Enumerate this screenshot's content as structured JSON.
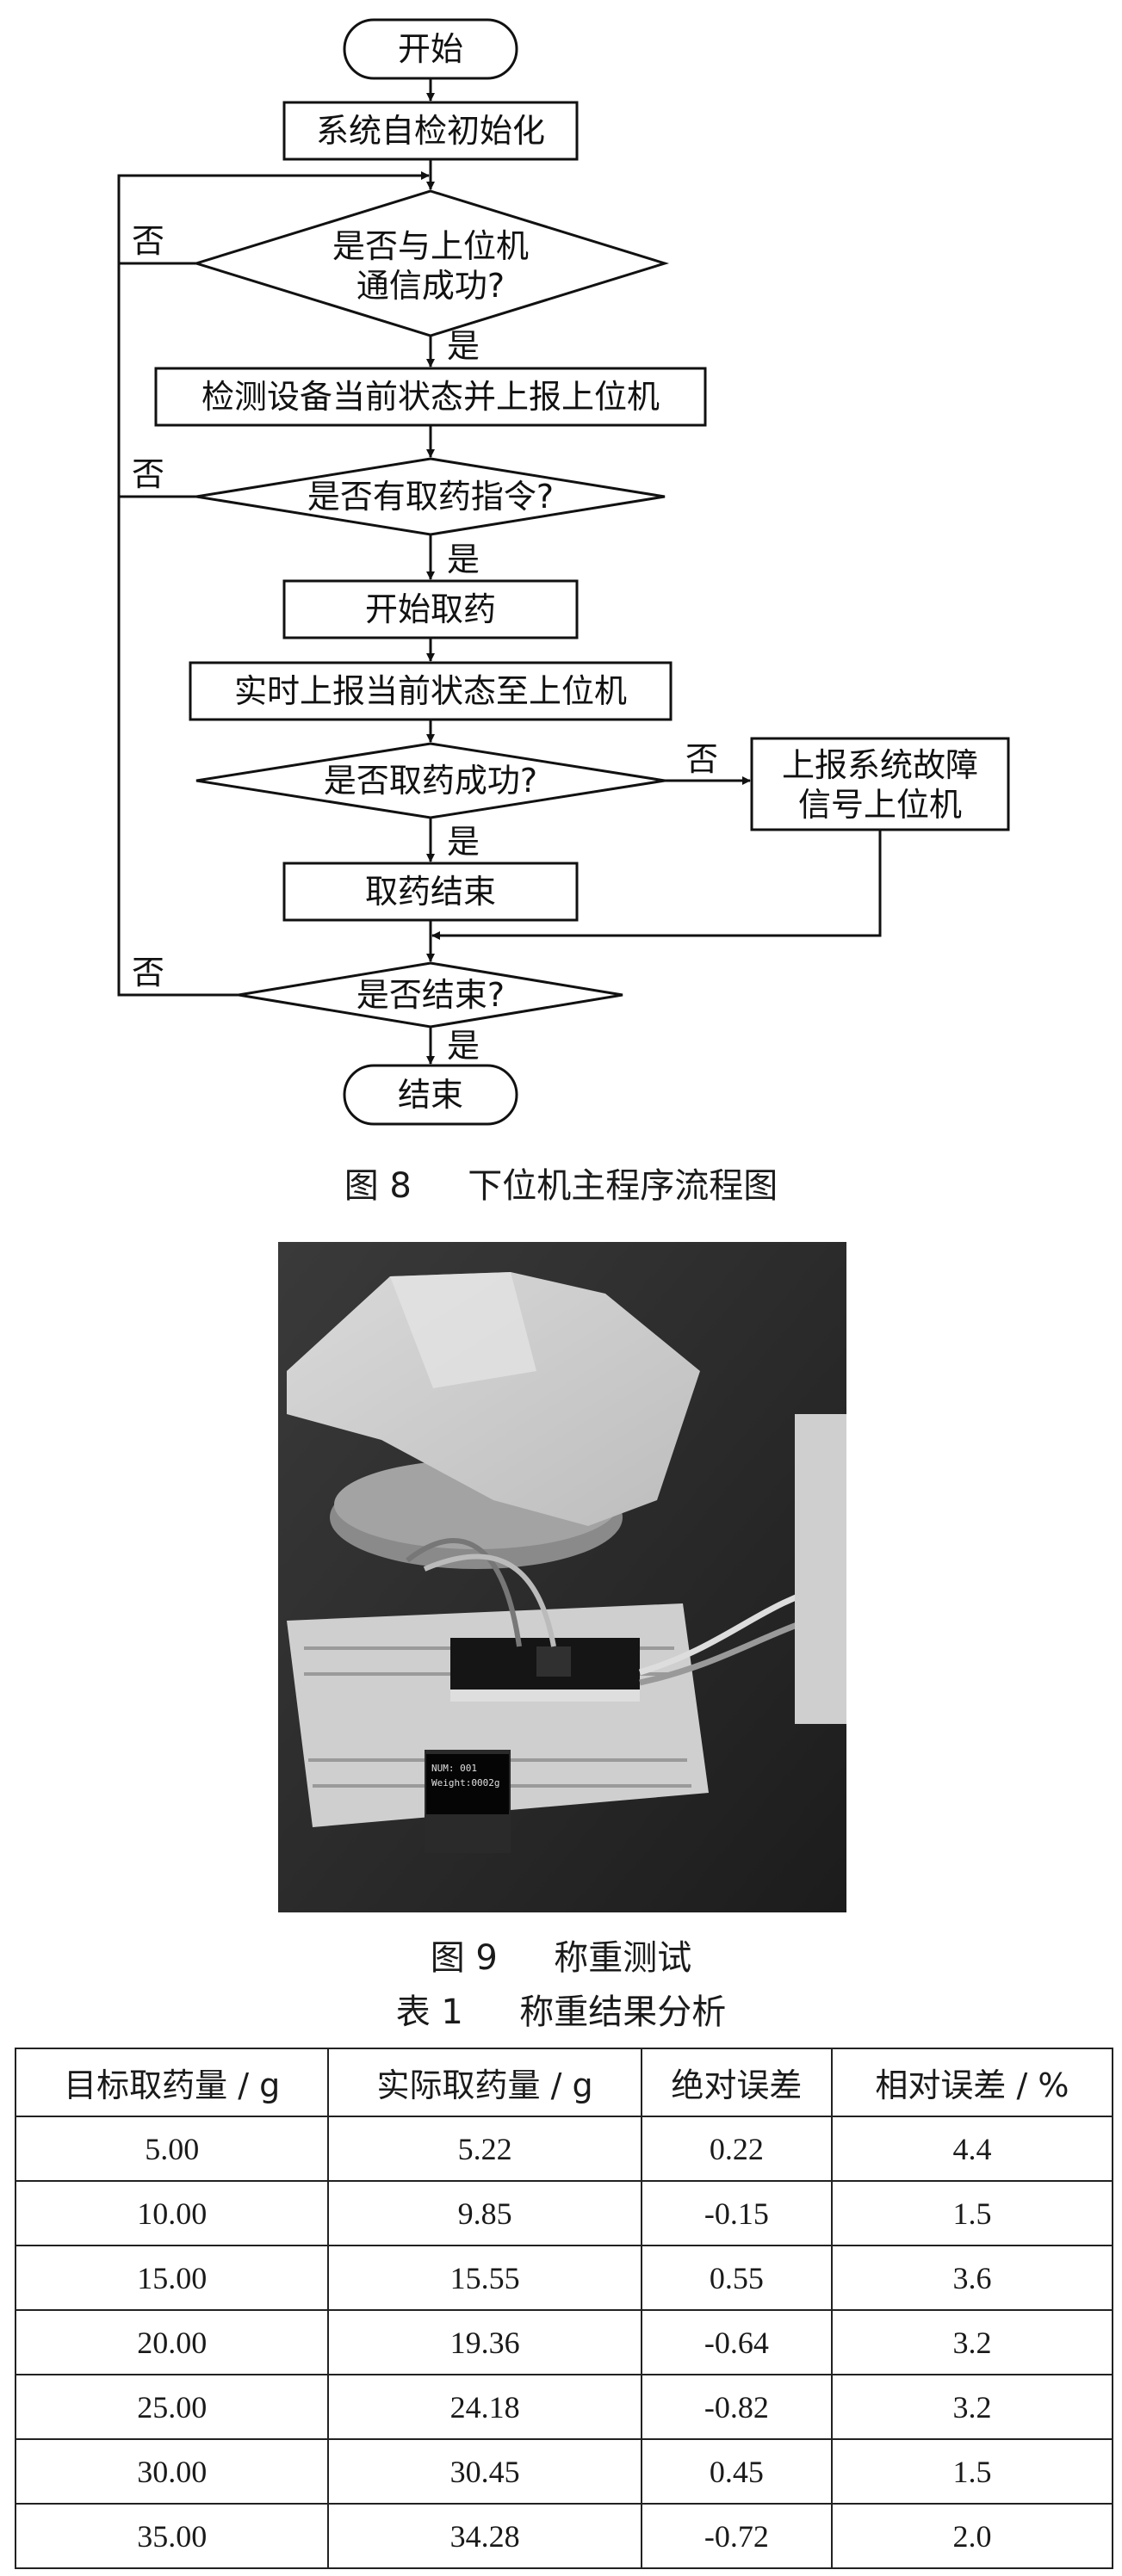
{
  "flowchart": {
    "start": "开始",
    "init": "系统自检初始化",
    "d1_line1": "是否与上位机",
    "d1_line2": "通信成功?",
    "detect": "检测设备当前状态并上报上位机",
    "d2": "是否有取药指令?",
    "begin_take": "开始取药",
    "realtime": "实时上报当前状态至上位机",
    "d3": "是否取药成功?",
    "fault_line1": "上报系统故障",
    "fault_line2": "信号上位机",
    "take_end": "取药结束",
    "d4": "是否结束?",
    "end": "结束",
    "yes": "是",
    "no": "否"
  },
  "fig8": {
    "num": "图 8",
    "title": "下位机主程序流程图"
  },
  "photo": {
    "oled_line1": "NUM: 001",
    "oled_line2": "Weight:0002g"
  },
  "fig9": {
    "num": "图 9",
    "title": "称重测试"
  },
  "table1": {
    "num": "表 1",
    "title": "称重结果分析",
    "headers": [
      "目标取药量 / g",
      "实际取药量 / g",
      "绝对误差",
      "相对误差 / %"
    ],
    "rows": [
      [
        "5.00",
        "5.22",
        "0.22",
        "4.4"
      ],
      [
        "10.00",
        "9.85",
        "-0.15",
        "1.5"
      ],
      [
        "15.00",
        "15.55",
        "0.55",
        "3.6"
      ],
      [
        "20.00",
        "19.36",
        "-0.64",
        "3.2"
      ],
      [
        "25.00",
        "24.18",
        "-0.82",
        "3.2"
      ],
      [
        "30.00",
        "30.45",
        "0.45",
        "1.5"
      ],
      [
        "35.00",
        "34.28",
        "-0.72",
        "2.0"
      ]
    ]
  }
}
